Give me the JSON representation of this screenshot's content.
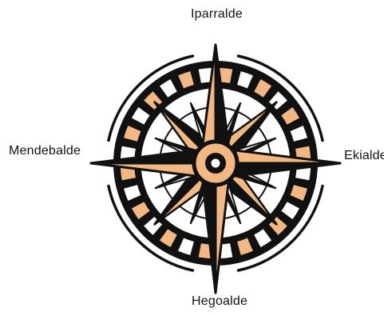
{
  "directions": {
    "north": "Iparralde",
    "south": "Hegoalde",
    "west": "Mendebalde",
    "east": "Ekialde"
  },
  "colors": {
    "ink": "#111111",
    "fill": "#f3b882",
    "paper": "#ffffff"
  },
  "compass": {
    "ring_cells": 28,
    "outer_star_points": 4,
    "inner_star_points": 4,
    "cardinal_rays": 8
  }
}
